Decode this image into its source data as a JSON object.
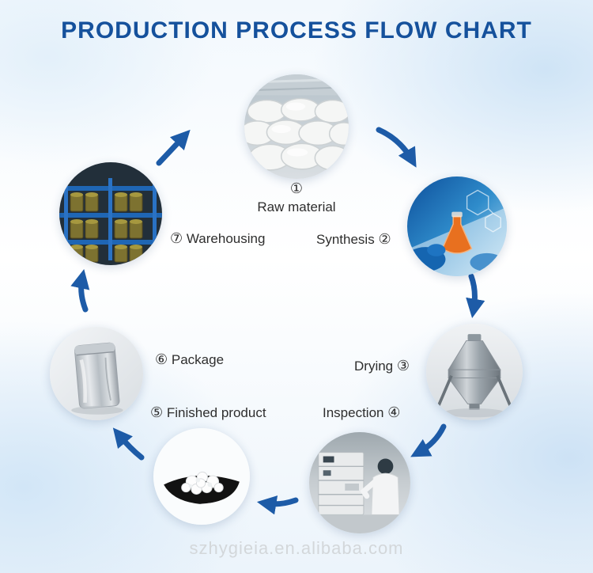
{
  "title": "PRODUCTION PROCESS FLOW CHART",
  "watermark": "szhygieia.en.alibaba.com",
  "colors": {
    "title": "#15519c",
    "arrow": "#1d5ba7",
    "label_text": "#2e2e2e",
    "watermark": "#d3d7da",
    "background_tint": "#d2e6f7"
  },
  "steps": [
    {
      "number": "①",
      "label": "Raw material",
      "icon": "raw-material-bags-photo"
    },
    {
      "number": "②",
      "label": "Synthesis",
      "icon": "synthesis-lab-photo"
    },
    {
      "number": "③",
      "label": "Drying",
      "icon": "drying-machine-photo"
    },
    {
      "number": "④",
      "label": "Inspection",
      "icon": "inspection-lab-photo"
    },
    {
      "number": "⑤",
      "label": "Finished product",
      "icon": "finished-product-photo"
    },
    {
      "number": "⑥",
      "label": "Package",
      "icon": "package-bag-photo"
    },
    {
      "number": "⑦",
      "label": "Warehousing",
      "icon": "warehousing-racks-photo"
    }
  ]
}
